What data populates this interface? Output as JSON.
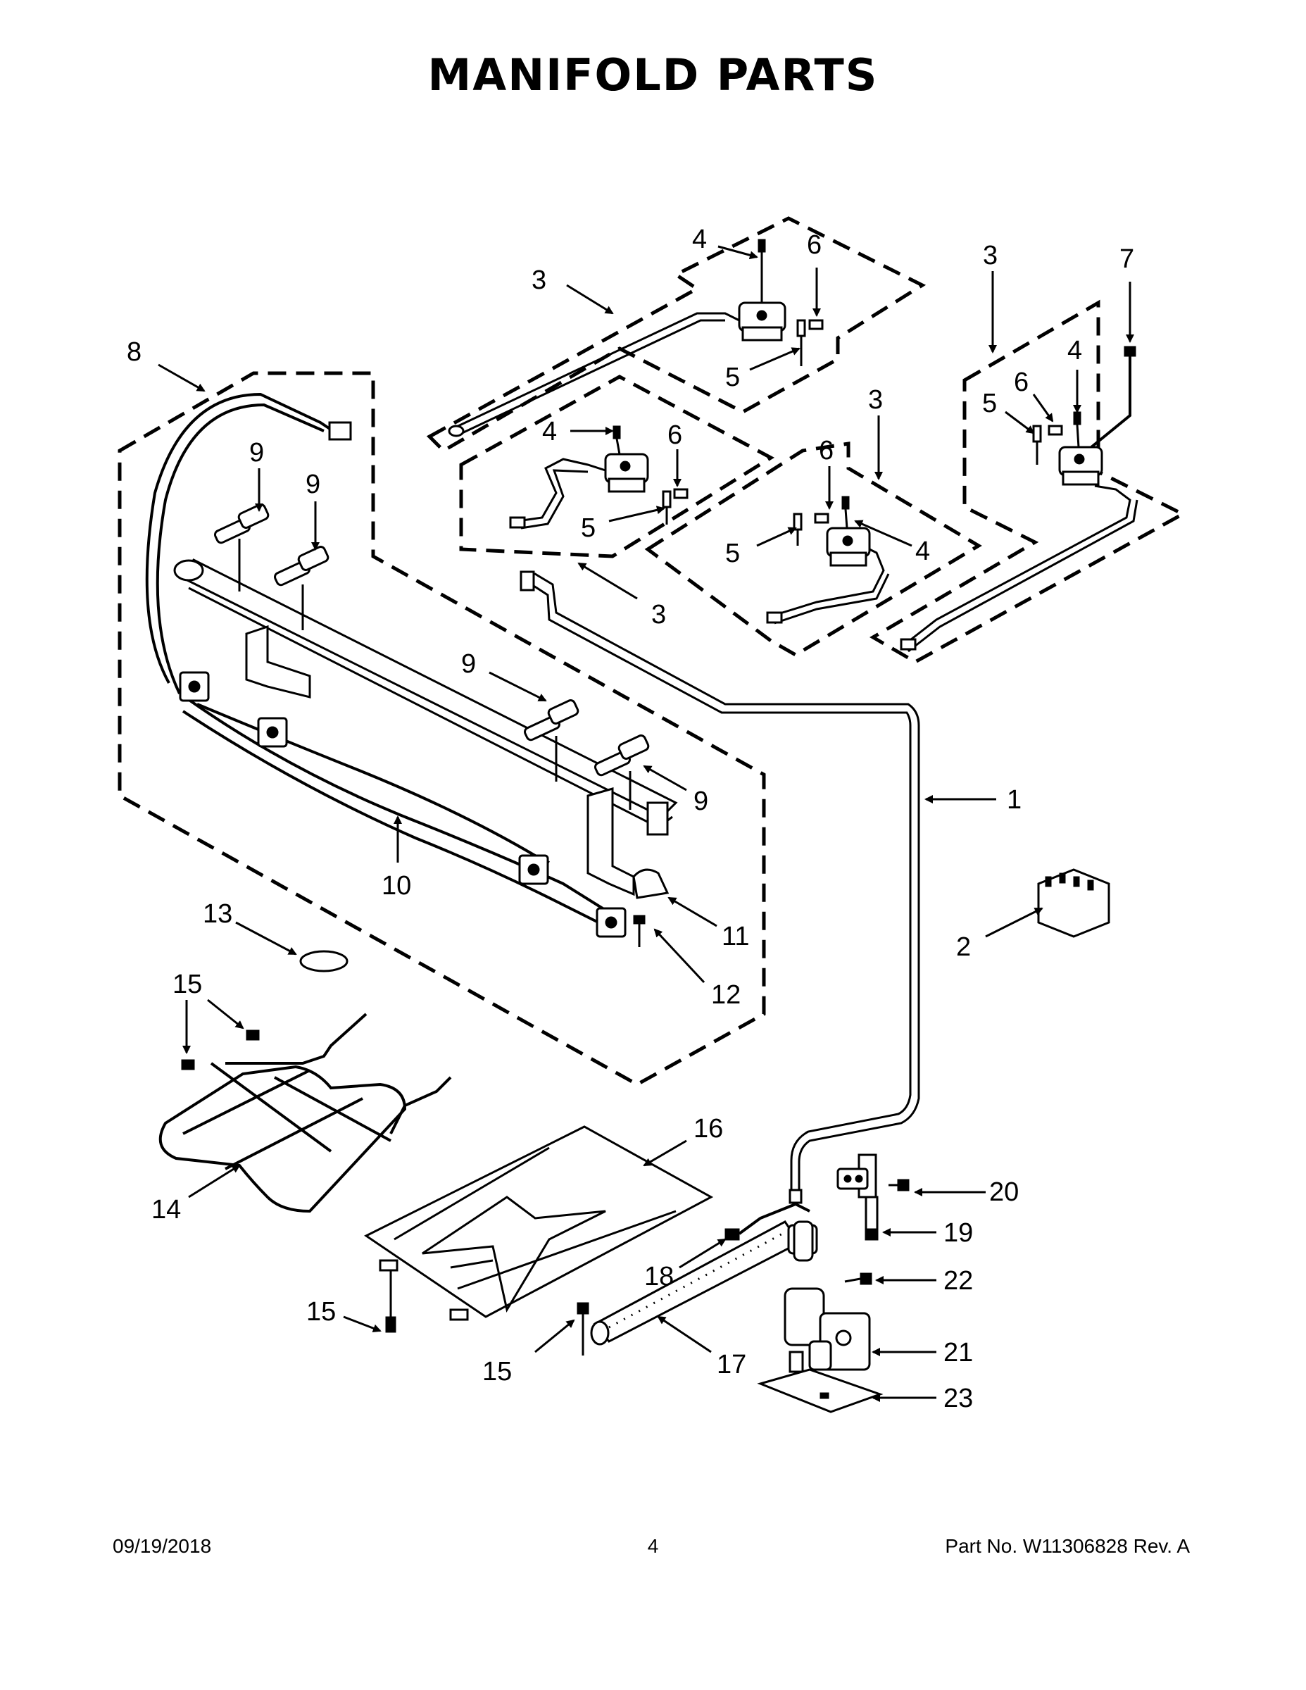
{
  "title": "MANIFOLD PARTS",
  "footer": {
    "date": "09/19/2018",
    "page": "4",
    "part_no": "Part No.  W11306828  Rev.  A"
  },
  "callouts": [
    {
      "id": "c1",
      "label": "1"
    },
    {
      "id": "c2",
      "label": "2"
    },
    {
      "id": "c3a",
      "label": "3"
    },
    {
      "id": "c3b",
      "label": "3"
    },
    {
      "id": "c3c",
      "label": "3"
    },
    {
      "id": "c3d",
      "label": "3"
    },
    {
      "id": "c4a",
      "label": "4"
    },
    {
      "id": "c4b",
      "label": "4"
    },
    {
      "id": "c4c",
      "label": "4"
    },
    {
      "id": "c4d",
      "label": "4"
    },
    {
      "id": "c5a",
      "label": "5"
    },
    {
      "id": "c5b",
      "label": "5"
    },
    {
      "id": "c5c",
      "label": "5"
    },
    {
      "id": "c5d",
      "label": "5"
    },
    {
      "id": "c6a",
      "label": "6"
    },
    {
      "id": "c6b",
      "label": "6"
    },
    {
      "id": "c6c",
      "label": "6"
    },
    {
      "id": "c6d",
      "label": "6"
    },
    {
      "id": "c7",
      "label": "7"
    },
    {
      "id": "c8",
      "label": "8"
    },
    {
      "id": "c9a",
      "label": "9"
    },
    {
      "id": "c9b",
      "label": "9"
    },
    {
      "id": "c9c",
      "label": "9"
    },
    {
      "id": "c9d",
      "label": "9"
    },
    {
      "id": "c10",
      "label": "10"
    },
    {
      "id": "c11",
      "label": "11"
    },
    {
      "id": "c12",
      "label": "12"
    },
    {
      "id": "c13",
      "label": "13"
    },
    {
      "id": "c14",
      "label": "14"
    },
    {
      "id": "c15a",
      "label": "15"
    },
    {
      "id": "c15b",
      "label": "15"
    },
    {
      "id": "c15c",
      "label": "15"
    },
    {
      "id": "c16",
      "label": "16"
    },
    {
      "id": "c17",
      "label": "17"
    },
    {
      "id": "c18",
      "label": "18"
    },
    {
      "id": "c19",
      "label": "19"
    },
    {
      "id": "c20",
      "label": "20"
    },
    {
      "id": "c21",
      "label": "21"
    },
    {
      "id": "c22",
      "label": "22"
    },
    {
      "id": "c23",
      "label": "23"
    }
  ]
}
